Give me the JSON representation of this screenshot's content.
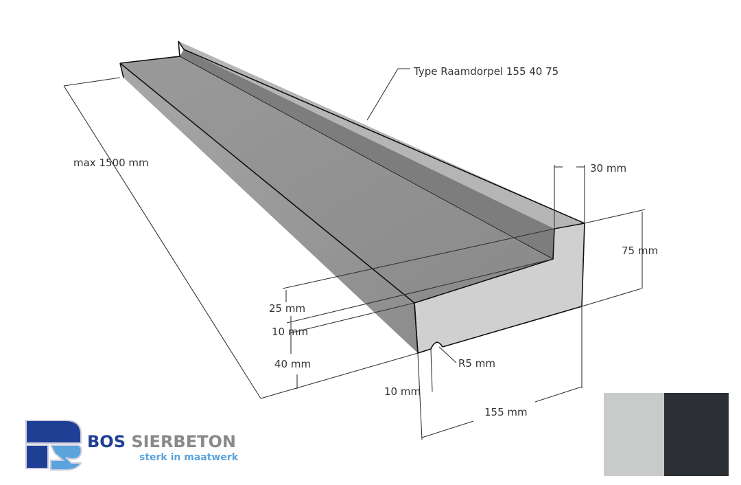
{
  "drawing": {
    "type_label": "Type Raamdorpel 155 40 75",
    "dimensions": {
      "length": "max 1500 mm",
      "step_width": "30 mm",
      "height": "75 mm",
      "slope_drop": "25 mm",
      "front_step": "10 mm",
      "front_height": "40 mm",
      "radius": "R5 mm",
      "drip_offset": "10 mm",
      "depth": "155 mm"
    }
  },
  "logo": {
    "brand_primary": "BOS",
    "brand_secondary": "SIERBETON",
    "tagline": "sterk in maatwerk",
    "colors": {
      "dark_blue": "#1f3f95",
      "light_blue": "#5aa3dc",
      "gray": "#8a8a8a"
    }
  },
  "swatches": [
    {
      "name": "light-gray",
      "color": "#c9cbcb"
    },
    {
      "name": "anthracite",
      "color": "#2c2f33"
    }
  ]
}
